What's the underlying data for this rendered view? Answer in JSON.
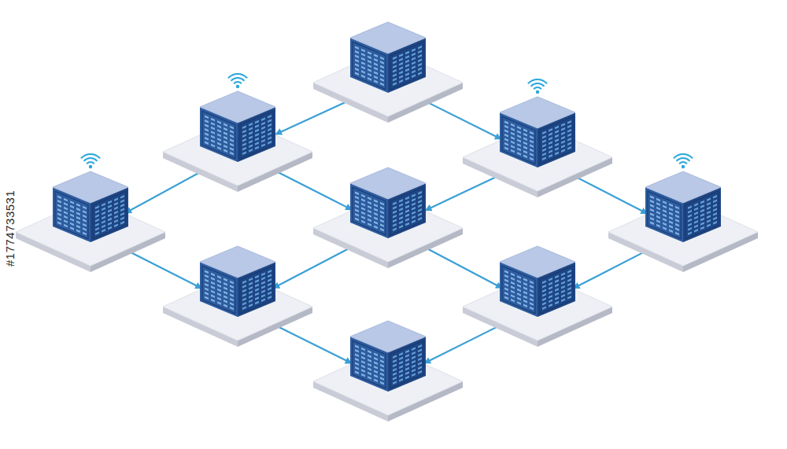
{
  "diagram": {
    "nodes": [
      {
        "text": []
      },
      {
        "text": []
      },
      {
        "text": []
      },
      {
        "text": []
      },
      {
        "text": []
      },
      {
        "text": []
      },
      {
        "text": []
      },
      {
        "text": []
      },
      {
        "text": []
      }
    ],
    "edges": [
      {
        "from": 0,
        "to": 1,
        "arrow": "to"
      },
      {
        "from": 0,
        "to": 2,
        "arrow": "to"
      },
      {
        "from": 1,
        "to": 3,
        "arrow": "to"
      },
      {
        "from": 1,
        "to": 4,
        "arrow": "to"
      },
      {
        "from": 2,
        "to": 4,
        "arrow": "to"
      },
      {
        "from": 2,
        "to": 5,
        "arrow": "to"
      },
      {
        "from": 3,
        "to": 6,
        "arrow": "to"
      },
      {
        "from": 4,
        "to": 6,
        "arrow": "to"
      },
      {
        "from": 4,
        "to": 7,
        "arrow": "to"
      },
      {
        "from": 5,
        "to": 7,
        "arrow": "to"
      },
      {
        "from": 6,
        "to": 8,
        "arrow": "to"
      },
      {
        "from": 7,
        "to": 8,
        "arrow": "to"
      }
    ],
    "labels": [
      "#1774733531"
    ]
  }
}
